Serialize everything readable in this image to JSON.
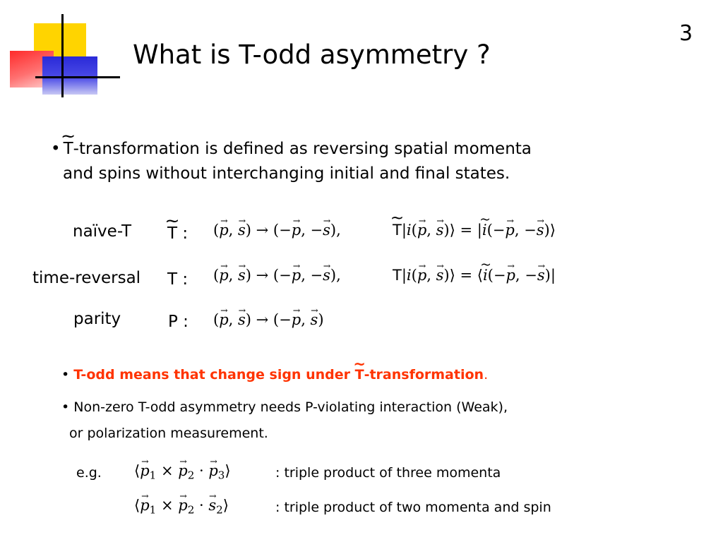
{
  "slide": {
    "number": "3",
    "title": "What is T-odd asymmetry ?"
  },
  "colors": {
    "deco_yellow": "#ffd400",
    "deco_red": "#ff3030",
    "deco_blue": "#3333dd",
    "emphasis_red": "#ff3300"
  },
  "definition": {
    "bullet": "•",
    "tilde_letter": "T",
    "line1_rest": "-transformation is defined as reversing spatial momenta",
    "line2": "and spins without interchanging initial and final states."
  },
  "transforms": [
    {
      "label": "naïve-T",
      "symbol": "T",
      "colon": " :",
      "state_op": "T"
    },
    {
      "label": "time-reversal",
      "symbol": "T",
      "colon": " :",
      "state_op": "T"
    },
    {
      "label": "parity",
      "symbol": "P",
      "colon": " :"
    }
  ],
  "bullets": {
    "todd": {
      "bullet": "•",
      "part1": "T-odd means that change sign under ",
      "tilde_letter": "T",
      "part2": "-transformation",
      "period": "."
    },
    "nonzero": {
      "line1": "• Non-zero T-odd asymmetry needs P-violating interaction (Weak),",
      "line2": "or polarization measurement."
    }
  },
  "examples": {
    "eg_label": "e.g.",
    "items": [
      {
        "description": ": triple product of three momenta"
      },
      {
        "description": ": triple product of two momenta and spin"
      }
    ]
  }
}
